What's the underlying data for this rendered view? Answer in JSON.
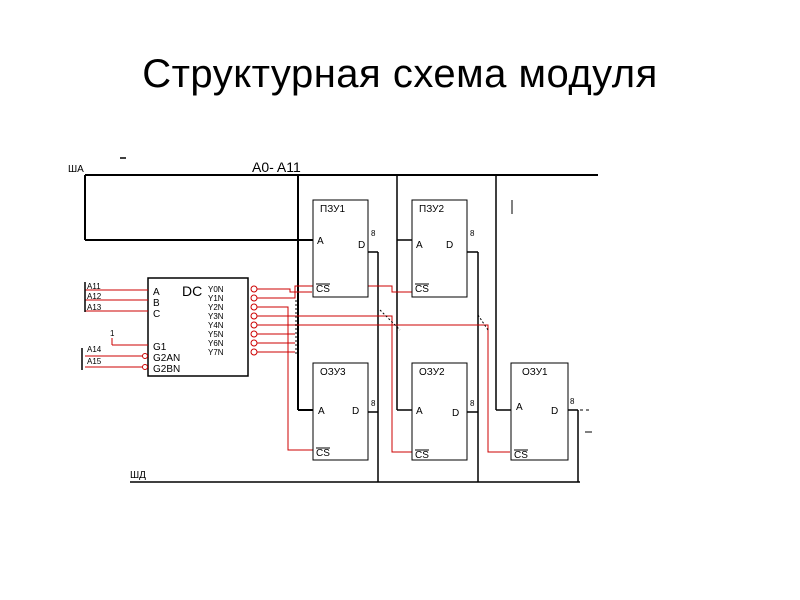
{
  "slide": {
    "title": "Структурная схема модуля"
  },
  "buses": {
    "address_bus": "ША",
    "address_range": "A0- A11",
    "data_bus": "ШД"
  },
  "decoder": {
    "symbol": "DC",
    "inputs": [
      "A",
      "B",
      "C",
      "G1",
      "G2AN",
      "G2BN"
    ],
    "outputs": [
      "Y0N",
      "Y1N",
      "Y2N",
      "Y3N",
      "Y4N",
      "Y5N",
      "Y6N",
      "Y7N"
    ]
  },
  "address_lines": [
    "A11",
    "A12",
    "A13",
    "A14",
    "A15"
  ],
  "g1_level": "1",
  "chips": [
    {
      "name": "ПЗУ1",
      "pin_a": "A",
      "pin_d": "D",
      "pin_cs": "CS",
      "width": "8"
    },
    {
      "name": "ПЗУ2",
      "pin_a": "A",
      "pin_d": "D",
      "pin_cs": "CS",
      "width": "8"
    },
    {
      "name": "ОЗУ3",
      "pin_a": "A",
      "pin_d": "D",
      "pin_cs": "CS",
      "width": "8"
    },
    {
      "name": "ОЗУ2",
      "pin_a": "A",
      "pin_d": "D",
      "pin_cs": "CS",
      "width": "8"
    },
    {
      "name": "ОЗУ1",
      "pin_a": "A",
      "pin_d": "D",
      "pin_cs": "CS",
      "width": "8"
    }
  ],
  "colors": {
    "wire": "#000000",
    "select_wire": "#cc0000",
    "background": "#ffffff"
  }
}
